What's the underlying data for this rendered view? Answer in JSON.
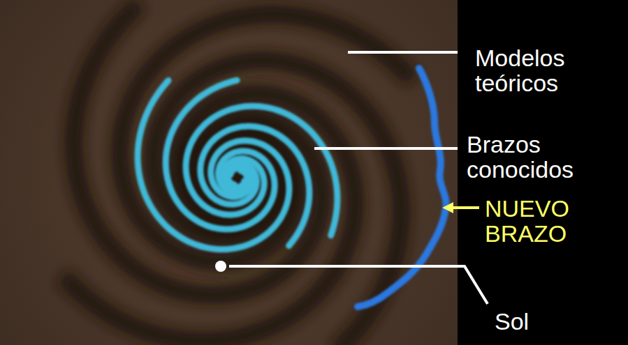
{
  "diagram": {
    "labels": [
      "Modelos teóricos",
      "Brazos conocidos",
      "NUEVO BRAZO",
      "Sol"
    ]
  }
}
